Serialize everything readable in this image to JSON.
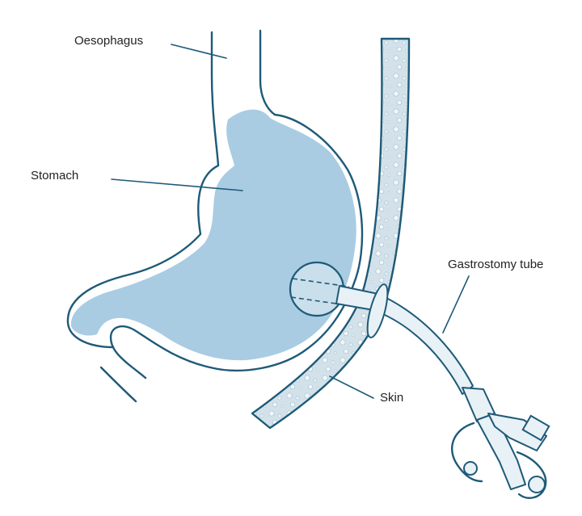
{
  "labels": {
    "oesophagus": "Oesophagus",
    "stomach": "Stomach",
    "gastrostomy_tube": "Gastrostomy tube",
    "skin": "Skin"
  },
  "colors": {
    "outline": "#1e5a78",
    "stomach_fill": "#a9cce3",
    "skin_fill": "#d3e2ea",
    "background": "#ffffff"
  }
}
